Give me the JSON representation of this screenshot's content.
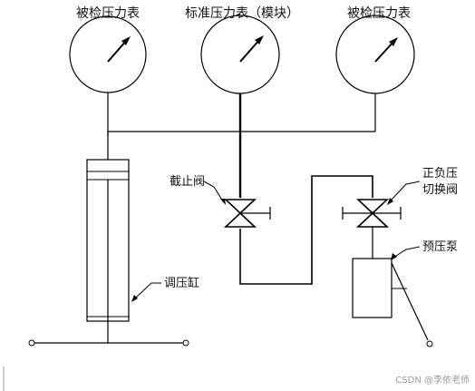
{
  "labels": {
    "gauge_left": "被检压力表",
    "gauge_center": "标准压力表（模块）",
    "gauge_right": "被检压力表",
    "shutoff_valve": "截止阀",
    "switch_valve_line1": "正负压",
    "switch_valve_line2": "切换阀",
    "preload_pump": "预压泵",
    "regulator_cylinder": "调压缸"
  },
  "watermark": "CSDN @李依老师"
}
